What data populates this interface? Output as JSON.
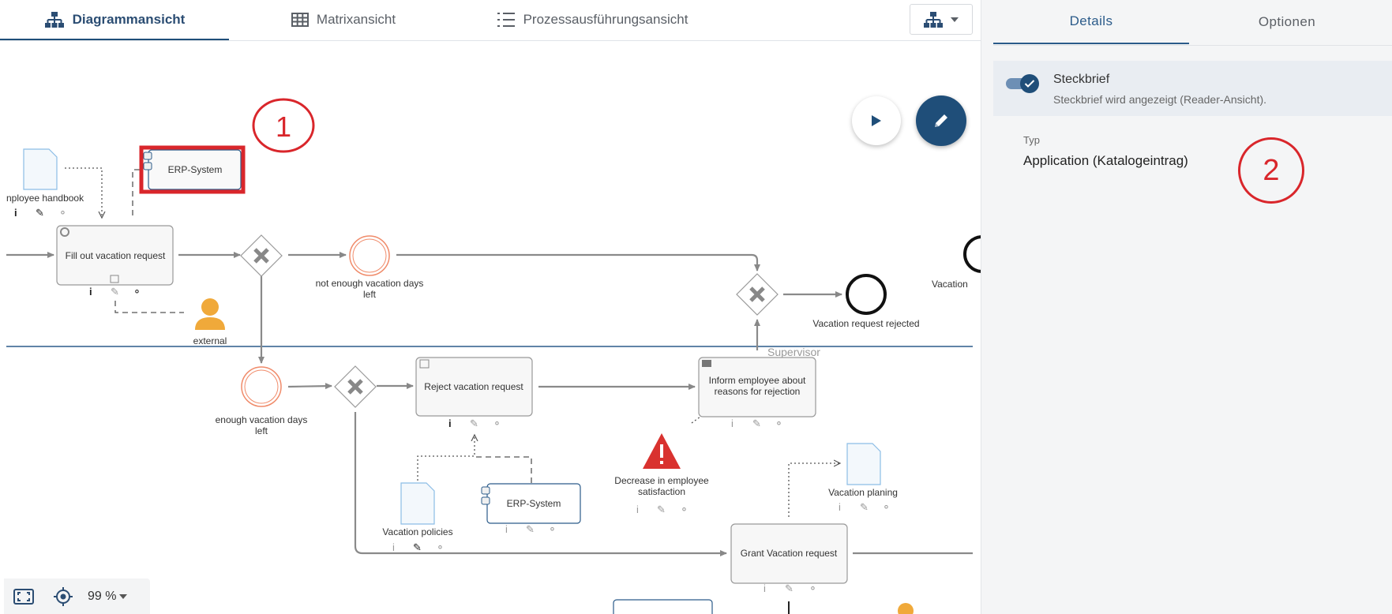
{
  "tabs": [
    {
      "label": "Diagrammansicht",
      "icon": "hierarchy-icon",
      "active": true
    },
    {
      "label": "Matrixansicht",
      "icon": "grid-icon",
      "active": false
    },
    {
      "label": "Prozessausführungsansicht",
      "icon": "list-icon",
      "active": false
    }
  ],
  "diagram": {
    "elements": {
      "handbook": "nployee handbook",
      "erp_top": "ERP-System",
      "fill_out": "Fill out vacation request",
      "not_enough": "not enough vacation days left",
      "external": "external",
      "rejected_end": "Vacation request rejected",
      "vacation_right": "Vacation",
      "supervisor": "Supervisor",
      "enough": "enough vacation days left",
      "reject_task": "Reject vacation request",
      "inform_task": "Inform employee about reasons for rejection",
      "risk": "Decrease in employee satisfaction",
      "policies": "Vacation policies",
      "erp_bottom": "ERP-System",
      "planing": "Vacation planing",
      "grant_task": "Grant Vacation request"
    }
  },
  "toolbar": {
    "zoom": "99 %"
  },
  "panel": {
    "tabs": [
      {
        "label": "Details",
        "active": true
      },
      {
        "label": "Optionen",
        "active": false
      }
    ],
    "steckbrief_title": "Steckbrief",
    "steckbrief_sub": "Steckbrief wird angezeigt (Reader-Ansicht).",
    "typ_label": "Typ",
    "typ_value": "Application (Katalogeintrag)"
  },
  "annotations": {
    "one": "1",
    "two": "2",
    "color": "#d9262b"
  },
  "colors": {
    "accent": "#1f4e79",
    "start_event": "#f08b6a",
    "person": "#f0a93a",
    "risk": "#d9322f"
  }
}
